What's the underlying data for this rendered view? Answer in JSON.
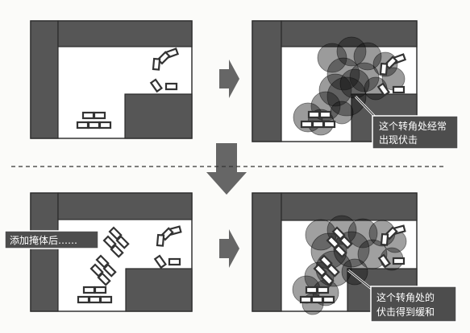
{
  "colors": {
    "wall": "#565656",
    "wall_stroke": "#2a2a2a",
    "floor": "#ffffff",
    "heat": "#111111",
    "callout_bg": "#4d4d4d",
    "arrow": "#666666",
    "divider": "#333333"
  },
  "callouts": {
    "top_right": {
      "line1": "这个转角处经常",
      "line2": "出现伏击"
    },
    "bottom_left": {
      "line1": "添加掩体后……"
    },
    "bottom_right": {
      "line1": "这个转角处的",
      "line2": "伏击得到缓和"
    }
  }
}
